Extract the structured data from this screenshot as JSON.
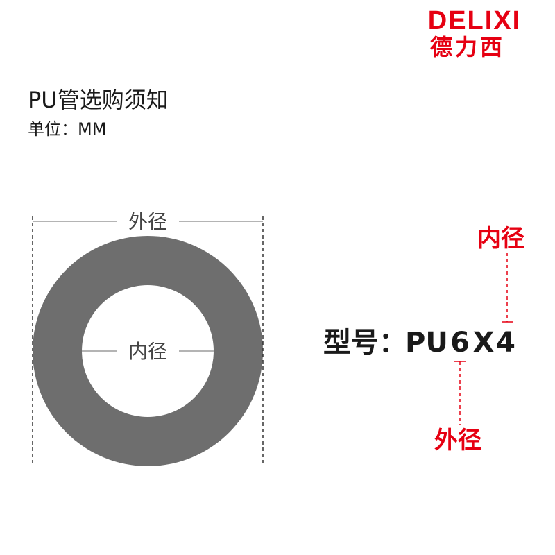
{
  "brand": {
    "name_en": "DELIXI",
    "name_cn": "德力西",
    "color": "#e60012"
  },
  "title": "PU管选购须知",
  "unit_label": "单位：MM",
  "diagram": {
    "outer_label": "外径",
    "inner_label": "内径",
    "ring_color": "#6e6e6e"
  },
  "model": {
    "label": "型号：",
    "prefix": "PU",
    "outer_value": "6",
    "separator": "X",
    "inner_value": "4"
  },
  "callouts": {
    "inner": "内径",
    "outer": "外径"
  }
}
